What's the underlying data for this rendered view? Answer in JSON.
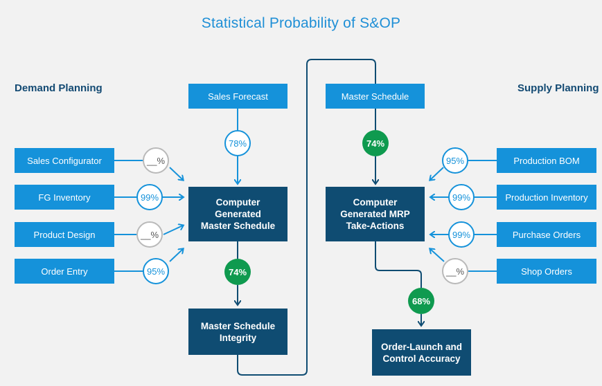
{
  "title": "Statistical Probability of S&OP",
  "sections": {
    "left": "Demand Planning",
    "right": "Supply Planning"
  },
  "boxes": {
    "sales_forecast": "Sales Forecast",
    "master_schedule": "Master Schedule",
    "cgms": "Computer\nGenerated\nMaster Schedule",
    "cgmrp": "Computer\nGenerated MRP\nTake-Actions",
    "msi": "Master Schedule\nIntegrity",
    "olca": "Order-Launch and\nControl Accuracy"
  },
  "demand_inputs": [
    {
      "label": "Sales Configurator",
      "pct": "__%",
      "known": false
    },
    {
      "label": "FG Inventory",
      "pct": "99%",
      "known": true
    },
    {
      "label": "Product Design",
      "pct": "__%",
      "known": false
    },
    {
      "label": "Order Entry",
      "pct": "95%",
      "known": true
    }
  ],
  "supply_inputs": [
    {
      "label": "Production BOM",
      "pct": "95%",
      "known": true
    },
    {
      "label": "Production Inventory",
      "pct": "99%",
      "known": true
    },
    {
      "label": "Purchase Orders",
      "pct": "99%",
      "known": true
    },
    {
      "label": "Shop Orders",
      "pct": "__%",
      "known": false
    }
  ],
  "flow_pcts": {
    "sales_forecast_to_cgms": "78%",
    "cgms_to_msi": "74%",
    "ms_to_cgmrp": "74%",
    "cgmrp_to_olca": "68%"
  },
  "colors": {
    "light_box": "#1592da",
    "dark_box": "#0f4c72",
    "title": "#1f8fd6",
    "section": "#134a73",
    "green": "#0f9a4f",
    "unknown_border": "#b9b9b9",
    "connector": "#0f4c72"
  }
}
